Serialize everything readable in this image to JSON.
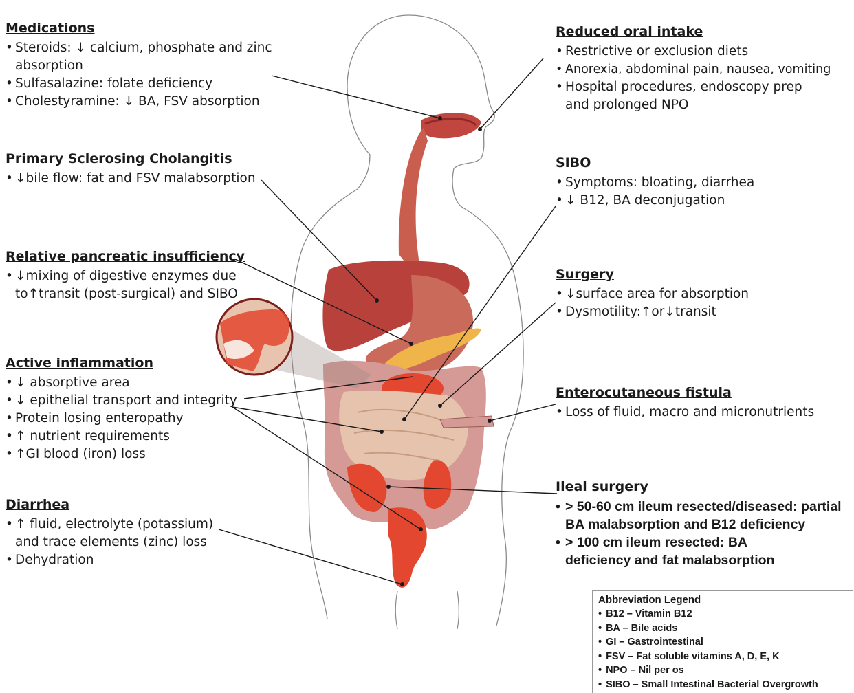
{
  "blocks": {
    "medications": {
      "title": "Medications",
      "items": [
        "Steroids: ↓ calcium, phosphate and zinc absorption",
        "Sulfasalazine: folate deficiency",
        "Cholestyramine: ↓ BA, FSV absorption"
      ]
    },
    "psc": {
      "title": "Primary Sclerosing Cholangitis",
      "items": [
        "↓bile flow: fat and FSV malabsorption"
      ]
    },
    "pancreatic": {
      "title": "Relative pancreatic insufficiency",
      "items": [
        "↓mixing of digestive enzymes due to↑transit (post-surgical) and SIBO"
      ]
    },
    "inflammation": {
      "title": "Active inflammation",
      "items": [
        "↓ absorptive area",
        "↓ epithelial transport and integrity",
        "Protein losing enteropathy",
        "↑ nutrient requirements",
        "↑GI blood (iron) loss"
      ]
    },
    "diarrhea": {
      "title": "Diarrhea",
      "items": [
        "↑ fluid, electrolyte (potassium) and trace elements (zinc) loss",
        "Dehydration"
      ]
    },
    "oral": {
      "title": "Reduced oral intake",
      "items": [
        "Restrictive or exclusion diets",
        "Anorexia, abdominal pain, nausea, vomiting",
        "Hospital procedures, endoscopy prep and prolonged NPO"
      ]
    },
    "sibo": {
      "title": "SIBO",
      "items": [
        "Symptoms: bloating, diarrhea",
        "↓ B12, BA deconjugation"
      ]
    },
    "surgery": {
      "title": "Surgery",
      "items": [
        "↓surface area for absorption",
        "Dysmotility:↑or↓transit"
      ]
    },
    "fistula": {
      "title": "Enterocutaneous fistula",
      "items": [
        "Loss of fluid, macro and micronutrients"
      ]
    },
    "ileal": {
      "title": "Ileal surgery",
      "items": [
        "> 50-60 cm ileum resected/diseased: partial BA malabsorption and B12 deficiency",
        "> 100 cm ileum resected: BA deficiency and fat malabsorption"
      ]
    }
  },
  "legend": {
    "title": "Abbreviation Legend",
    "items": [
      "B12 – Vitamin B12",
      "BA – Bile acids",
      "GI – Gastrointestinal",
      "FSV – Fat soluble vitamins A, D, E, K",
      "NPO – Nil per os",
      "SIBO – Small Intestinal Bacterial Overgrowth"
    ]
  },
  "colors": {
    "liver": "#b9413c",
    "stomach": "#c96a5a",
    "colon": "#d69a96",
    "inflamed": "#e3472f",
    "small_intestine": "#e6c3ad",
    "pancreas": "#f0b54a",
    "esophagus": "#c95e4f"
  }
}
